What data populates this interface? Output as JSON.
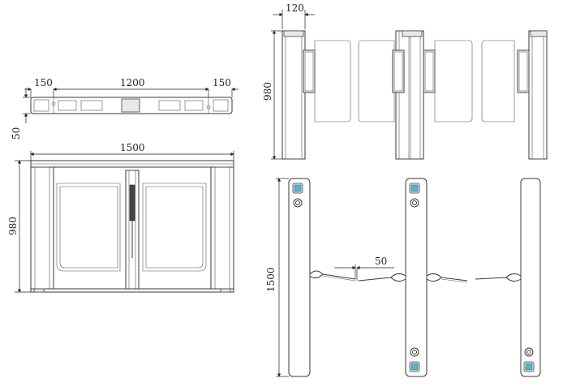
{
  "dimensions": {
    "top_plan": {
      "left_end": "150",
      "middle": "1200",
      "right_end": "150",
      "depth": "50"
    },
    "front_elevation": {
      "width": "1500",
      "height": "980"
    },
    "side_elevation": {
      "post_width": "120",
      "height": "980"
    },
    "floor_plan": {
      "length": "1500",
      "flap_thickness": "50"
    }
  },
  "colors": {
    "line": "#3a3a3a",
    "sensor": "#58b3c9",
    "background": "#ffffff"
  }
}
